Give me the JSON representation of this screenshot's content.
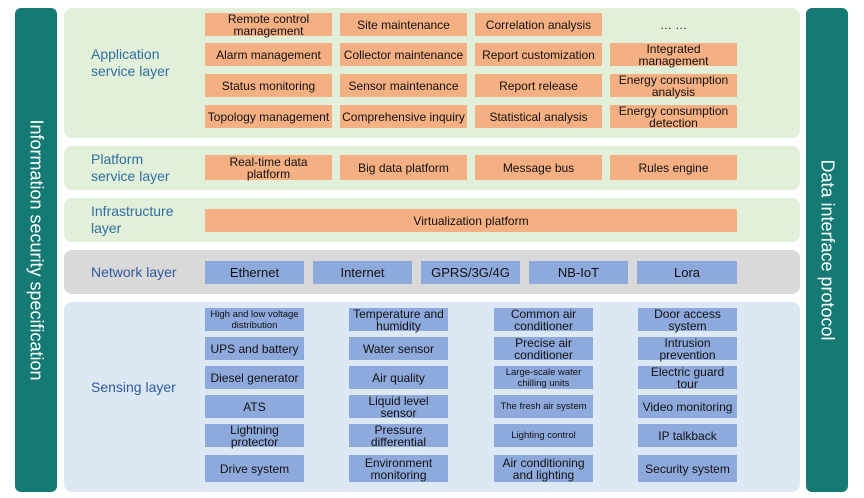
{
  "left_bar": "Information security specification",
  "right_bar": "Data interface protocol",
  "application": {
    "title": "Application service layer",
    "items": [
      "Remote control management",
      "Site maintenance",
      "Correlation analysis",
      "… …",
      "Alarm management",
      "Collector maintenance",
      "Report customization",
      "Integrated management",
      "Status monitoring",
      "Sensor maintenance",
      "Report release",
      "Energy consumption analysis",
      "Topology management",
      "Comprehensive inquiry",
      "Statistical analysis",
      "Energy consumption detection"
    ]
  },
  "platform": {
    "title": "Platform service layer",
    "items": [
      "Real-time data platform",
      "Big data platform",
      "Message bus",
      "Rules engine"
    ]
  },
  "infrastructure": {
    "title": "Infrastructure layer",
    "items": [
      "Virtualization platform"
    ]
  },
  "network": {
    "title": "Network layer",
    "items": [
      "Ethernet",
      "Internet",
      "GPRS/3G/4G",
      "NB-IoT",
      "Lora"
    ]
  },
  "sensing": {
    "title": "Sensing layer",
    "items": [
      "High and low voltage distribution",
      "Temperature and humidity",
      "Common air conditioner",
      "Door access system",
      "UPS and battery",
      "Water sensor",
      "Precise air conditioner",
      "Intrusion prevention",
      "Diesel generator",
      "Air quality",
      "Large-scale water chilling units",
      "Electric guard tour",
      "ATS",
      "Liquid level sensor",
      "The fresh air system",
      "Video monitoring",
      "Lightning protector",
      "Pressure differential",
      "Lighting control",
      "IP talkback",
      "Drive system",
      "Environment monitoring",
      "Air conditioning and lighting",
      "Security system"
    ]
  }
}
